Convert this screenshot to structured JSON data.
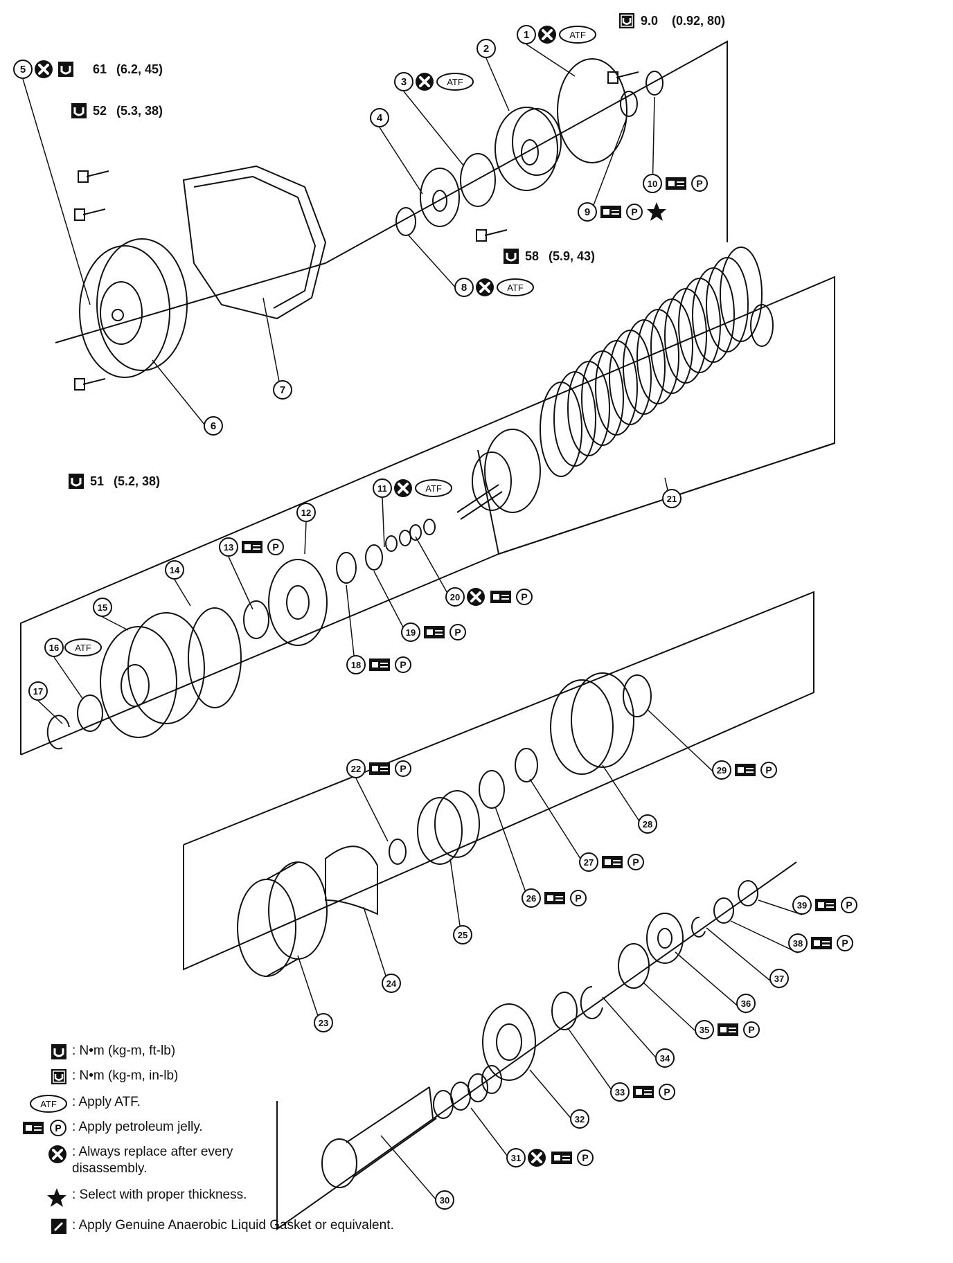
{
  "diagram": {
    "colors": {
      "ink": "#111111",
      "paper": "#ffffff"
    },
    "torque_specs": {
      "t1": {
        "value": "9.0",
        "detail": "(0.92,  80)",
        "icon": "torque-in-lb-icon"
      },
      "t5": {
        "value": "61",
        "detail": "(6.2,  45)",
        "icon": "torque-ft-lb-icon"
      },
      "t52": {
        "value": "52",
        "detail": "(5.3,  38)",
        "icon": "torque-ft-lb-icon"
      },
      "t58": {
        "value": "58",
        "detail": "(5.9,  43)",
        "icon": "torque-ft-lb-icon"
      },
      "t51": {
        "value": "51",
        "detail": "(5.2,  38)",
        "icon": "torque-ft-lb-icon"
      }
    },
    "parts": [
      {
        "num": "1",
        "marks": [
          "replace",
          "atf"
        ]
      },
      {
        "num": "2",
        "marks": []
      },
      {
        "num": "3",
        "marks": [
          "replace",
          "atf"
        ]
      },
      {
        "num": "4",
        "marks": []
      },
      {
        "num": "5",
        "marks": [
          "replace",
          "torque"
        ]
      },
      {
        "num": "6",
        "marks": []
      },
      {
        "num": "7",
        "marks": []
      },
      {
        "num": "8",
        "marks": [
          "replace",
          "atf"
        ]
      },
      {
        "num": "9",
        "marks": [
          "jelly",
          "p",
          "star"
        ]
      },
      {
        "num": "10",
        "marks": [
          "jelly",
          "p"
        ]
      },
      {
        "num": "11",
        "marks": [
          "replace",
          "atf"
        ]
      },
      {
        "num": "12",
        "marks": []
      },
      {
        "num": "13",
        "marks": [
          "jelly",
          "p"
        ]
      },
      {
        "num": "14",
        "marks": []
      },
      {
        "num": "15",
        "marks": []
      },
      {
        "num": "16",
        "marks": [
          "atf"
        ]
      },
      {
        "num": "17",
        "marks": []
      },
      {
        "num": "18",
        "marks": [
          "jelly",
          "p"
        ]
      },
      {
        "num": "19",
        "marks": [
          "jelly",
          "p"
        ]
      },
      {
        "num": "20",
        "marks": [
          "replace",
          "jelly",
          "p"
        ]
      },
      {
        "num": "21",
        "marks": []
      },
      {
        "num": "22",
        "marks": [
          "jelly",
          "p"
        ]
      },
      {
        "num": "23",
        "marks": []
      },
      {
        "num": "24",
        "marks": []
      },
      {
        "num": "25",
        "marks": []
      },
      {
        "num": "26",
        "marks": [
          "jelly",
          "p"
        ]
      },
      {
        "num": "27",
        "marks": [
          "jelly",
          "p"
        ]
      },
      {
        "num": "28",
        "marks": []
      },
      {
        "num": "29",
        "marks": [
          "jelly",
          "p"
        ]
      },
      {
        "num": "30",
        "marks": []
      },
      {
        "num": "31",
        "marks": [
          "replace",
          "jelly",
          "p"
        ]
      },
      {
        "num": "32",
        "marks": []
      },
      {
        "num": "33",
        "marks": [
          "jelly",
          "p"
        ]
      },
      {
        "num": "34",
        "marks": []
      },
      {
        "num": "35",
        "marks": [
          "jelly",
          "p"
        ]
      },
      {
        "num": "36",
        "marks": []
      },
      {
        "num": "37",
        "marks": []
      },
      {
        "num": "38",
        "marks": [
          "jelly",
          "p"
        ]
      },
      {
        "num": "39",
        "marks": [
          "jelly",
          "p"
        ]
      }
    ],
    "atf_label": "ATF",
    "p_label": "P"
  },
  "legend": {
    "items": [
      {
        "icon": "torque-ft-lb-icon",
        "text": ": N•m  (kg-m,  ft-lb)"
      },
      {
        "icon": "torque-in-lb-icon",
        "text": ": N•m  (kg-m,  in-lb)"
      },
      {
        "icon": "atf-icon",
        "text": ": Apply ATF."
      },
      {
        "icon": "petroleum-jelly-icon",
        "text": ": Apply petroleum jelly."
      },
      {
        "icon": "replace-icon",
        "text": ": Always replace after every disassembly."
      },
      {
        "icon": "star-icon",
        "text": ": Select with proper thickness."
      },
      {
        "icon": "gasket-icon",
        "text": ": Apply Genuine Anaerobic Liquid Gasket or equivalent."
      }
    ]
  }
}
